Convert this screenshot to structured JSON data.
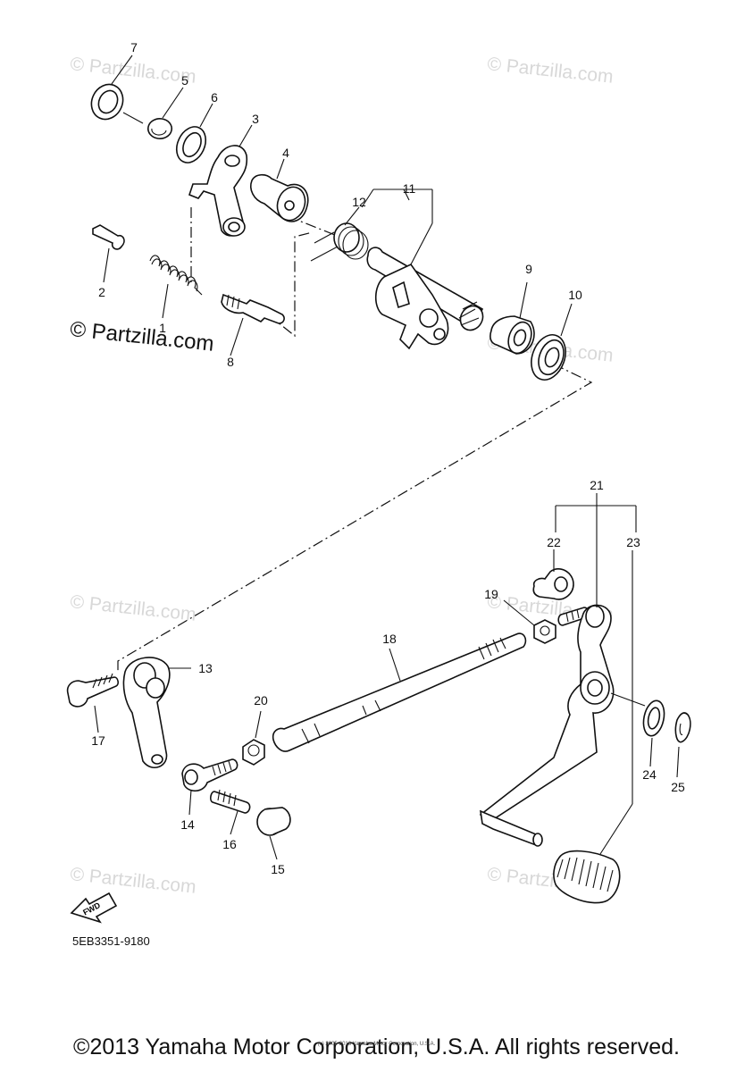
{
  "watermarks": {
    "brand": "© Partzilla.com",
    "primary": "© Partzilla.com"
  },
  "diagram_code": "5EB3351-9180",
  "fwd_label": "FWD",
  "callouts": {
    "c1": "1",
    "c2": "2",
    "c3": "3",
    "c4": "4",
    "c5": "5",
    "c6": "6",
    "c7": "7",
    "c8": "8",
    "c9": "9",
    "c10": "10",
    "c11": "11",
    "c12": "12",
    "c13": "13",
    "c14": "14",
    "c15": "15",
    "c16": "16",
    "c17": "17",
    "c18": "18",
    "c19": "19",
    "c20": "20",
    "c21": "21",
    "c22": "22",
    "c23": "23",
    "c24": "24",
    "c25": "25"
  },
  "copyright": "©2013 Yamaha Motor Corporation, U.S.A. All rights reserved.",
  "small_copyright": "(c) 2005-2016 Yamaha Motor Corporation, U.S.A."
}
